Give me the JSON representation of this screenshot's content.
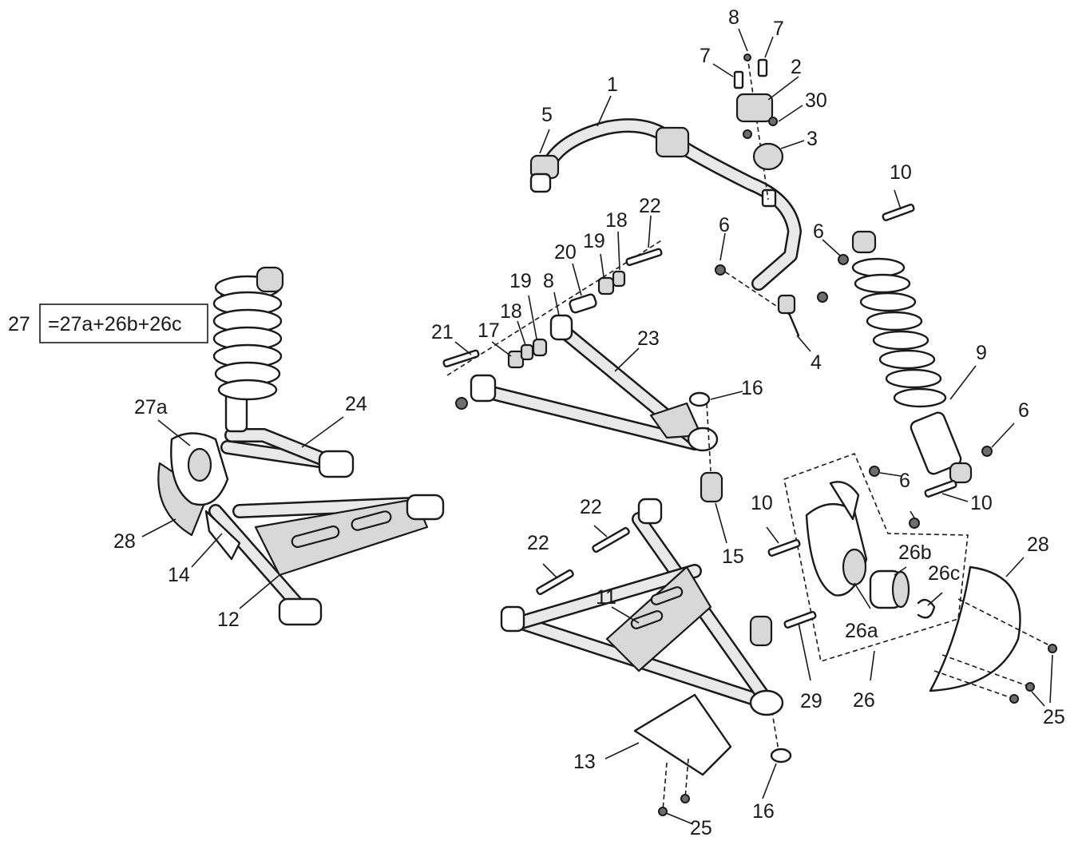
{
  "formula": {
    "ref": "27",
    "text": "=27a+26b+26c"
  },
  "callouts": {
    "c1": "1",
    "c2": "2",
    "c3": "3",
    "c4": "4",
    "c5": "5",
    "c6a": "6",
    "c6b": "6",
    "c6c": "6",
    "c6d": "6",
    "c7a": "7",
    "c7b": "7",
    "c8a": "8",
    "c8b": "8",
    "c9": "9",
    "c10a": "10",
    "c10b": "10",
    "c10c": "10",
    "c11": "11",
    "c12": "12",
    "c13": "13",
    "c14": "14",
    "c15": "15",
    "c16a": "16",
    "c16b": "16",
    "c17": "17",
    "c18a": "18",
    "c18b": "18",
    "c19a": "19",
    "c19b": "19",
    "c20": "20",
    "c21": "21",
    "c22a": "22",
    "c22b": "22",
    "c22c": "22",
    "c23": "23",
    "c24": "24",
    "c25a": "25",
    "c25b": "25",
    "c26": "26",
    "c26a": "26a",
    "c26b": "26b",
    "c26c": "26c",
    "c27a": "27a",
    "c28a": "28",
    "c28b": "28",
    "c29": "29",
    "c30": "30"
  }
}
